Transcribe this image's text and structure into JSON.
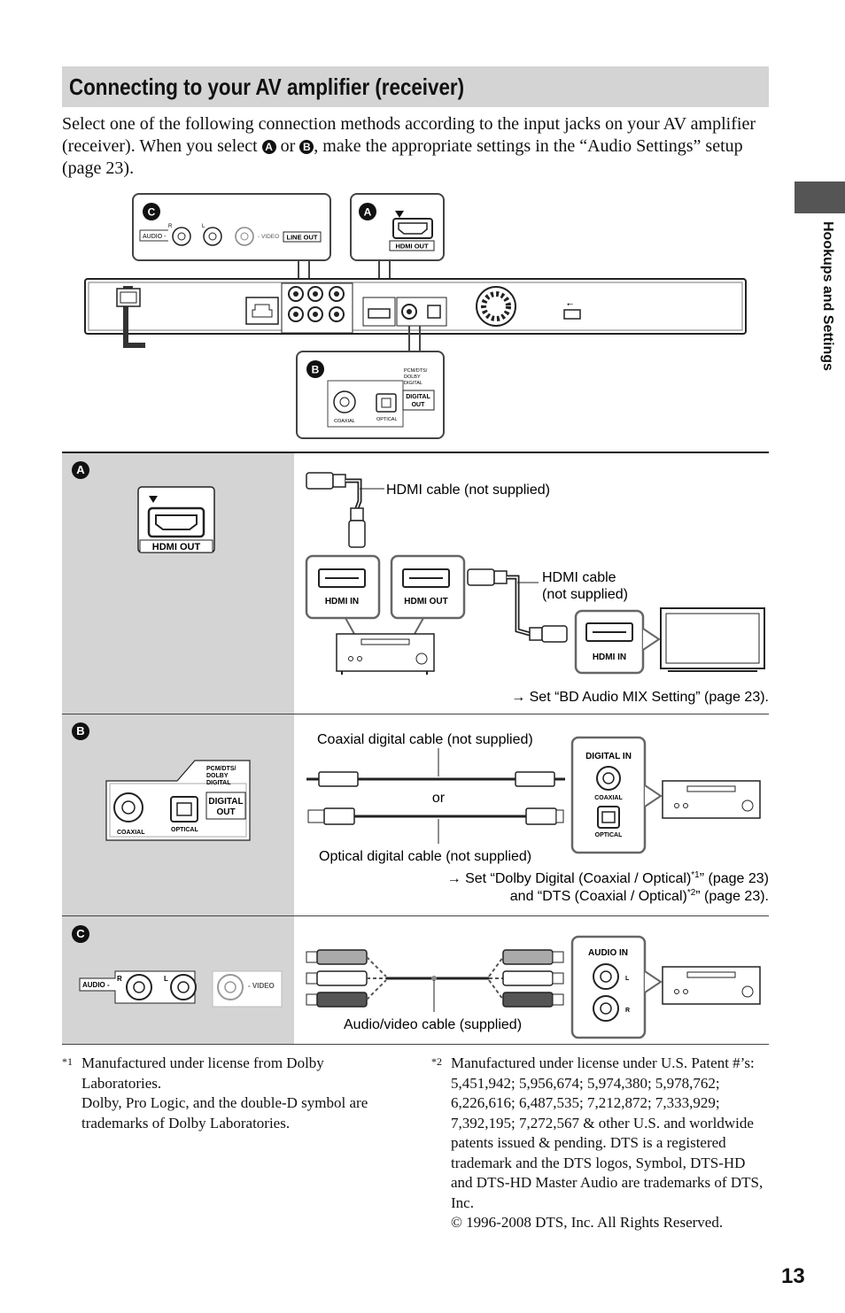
{
  "header": {
    "title": "Connecting to your AV amplifier (receiver)"
  },
  "intro": {
    "part1": "Select one of the following connection methods according to the input jacks on your AV amplifier (receiver). When you select ",
    "mark_a": "A",
    "or": " or ",
    "mark_b": "B",
    "part2": ", make the appropriate settings in the “Audio Settings” setup (page 23)."
  },
  "side_tab": {
    "label": "Hookups and Settings"
  },
  "panel_markers": {
    "a": "A",
    "b": "B",
    "c": "C"
  },
  "player_diagram": {
    "audio": "AUDIO -",
    "r": "R",
    "l": "L",
    "video": "- VIDEO",
    "line_out": "LINE OUT",
    "hdmi_out": "HDMI OUT",
    "pcm": "PCM/DTS/",
    "dolby": "DOLBY",
    "digital": "DIGITAL",
    "digital_out_1": "DIGITAL",
    "digital_out_2": "OUT",
    "coaxial": "COAXIAL",
    "optical": "OPTICAL"
  },
  "section_a": {
    "hdmi_out": "HDMI OUT",
    "cable1": "HDMI cable (not supplied)",
    "hdmi_in_amp": "HDMI IN",
    "hdmi_out_amp": "HDMI OUT",
    "cable2_line1": "HDMI cable",
    "cable2_line2": "(not supplied)",
    "hdmi_in_tv": "HDMI IN",
    "note": "→ Set “BD Audio MIX Setting” (page 23)."
  },
  "section_b": {
    "pcm": "PCM/DTS/",
    "dolby": "DOLBY",
    "digital": "DIGITAL",
    "digital_out_1": "DIGITAL",
    "digital_out_2": "OUT",
    "coaxial": "COAXIAL",
    "optical": "OPTICAL",
    "coax_cable": "Coaxial digital cable (not supplied)",
    "or": "or",
    "optical_cable": "Optical digital cable (not supplied)",
    "digital_in": "DIGITAL IN",
    "in_coaxial": "COAXIAL",
    "in_optical": "OPTICAL",
    "note1_pre": "→ Set “Dolby Digital (Coaxial / Optical)",
    "note1_sup": "*1",
    "note1_post": "” (page 23)",
    "note2_pre": "and “DTS (Coaxial / Optical)",
    "note2_sup": "*2",
    "note2_post": "” (page 23)."
  },
  "section_c": {
    "audio": "AUDIO -",
    "r": "R",
    "l": "L",
    "video": "- VIDEO",
    "cable": "Audio/video cable (supplied)",
    "audio_in": "AUDIO IN",
    "in_l": "L",
    "in_r": "R"
  },
  "footnotes": {
    "fn1_mark": "*1",
    "fn1": "Manufactured under license from Dolby Laboratories.\nDolby, Pro Logic, and the double-D symbol are trademarks of Dolby Laboratories.",
    "fn2_mark": "*2",
    "fn2": "Manufactured under license under U.S. Patent #’s: 5,451,942; 5,956,674; 5,974,380; 5,978,762; 6,226,616; 6,487,535; 7,212,872; 7,333,929; 7,392,195; 7,272,567 & other U.S. and worldwide patents issued & pending. DTS is a registered trademark and the DTS logos, Symbol, DTS-HD and DTS-HD Master Audio are trademarks of DTS, Inc.\n© 1996-2008 DTS, Inc. All Rights Reserved."
  },
  "page": {
    "number": "13"
  }
}
